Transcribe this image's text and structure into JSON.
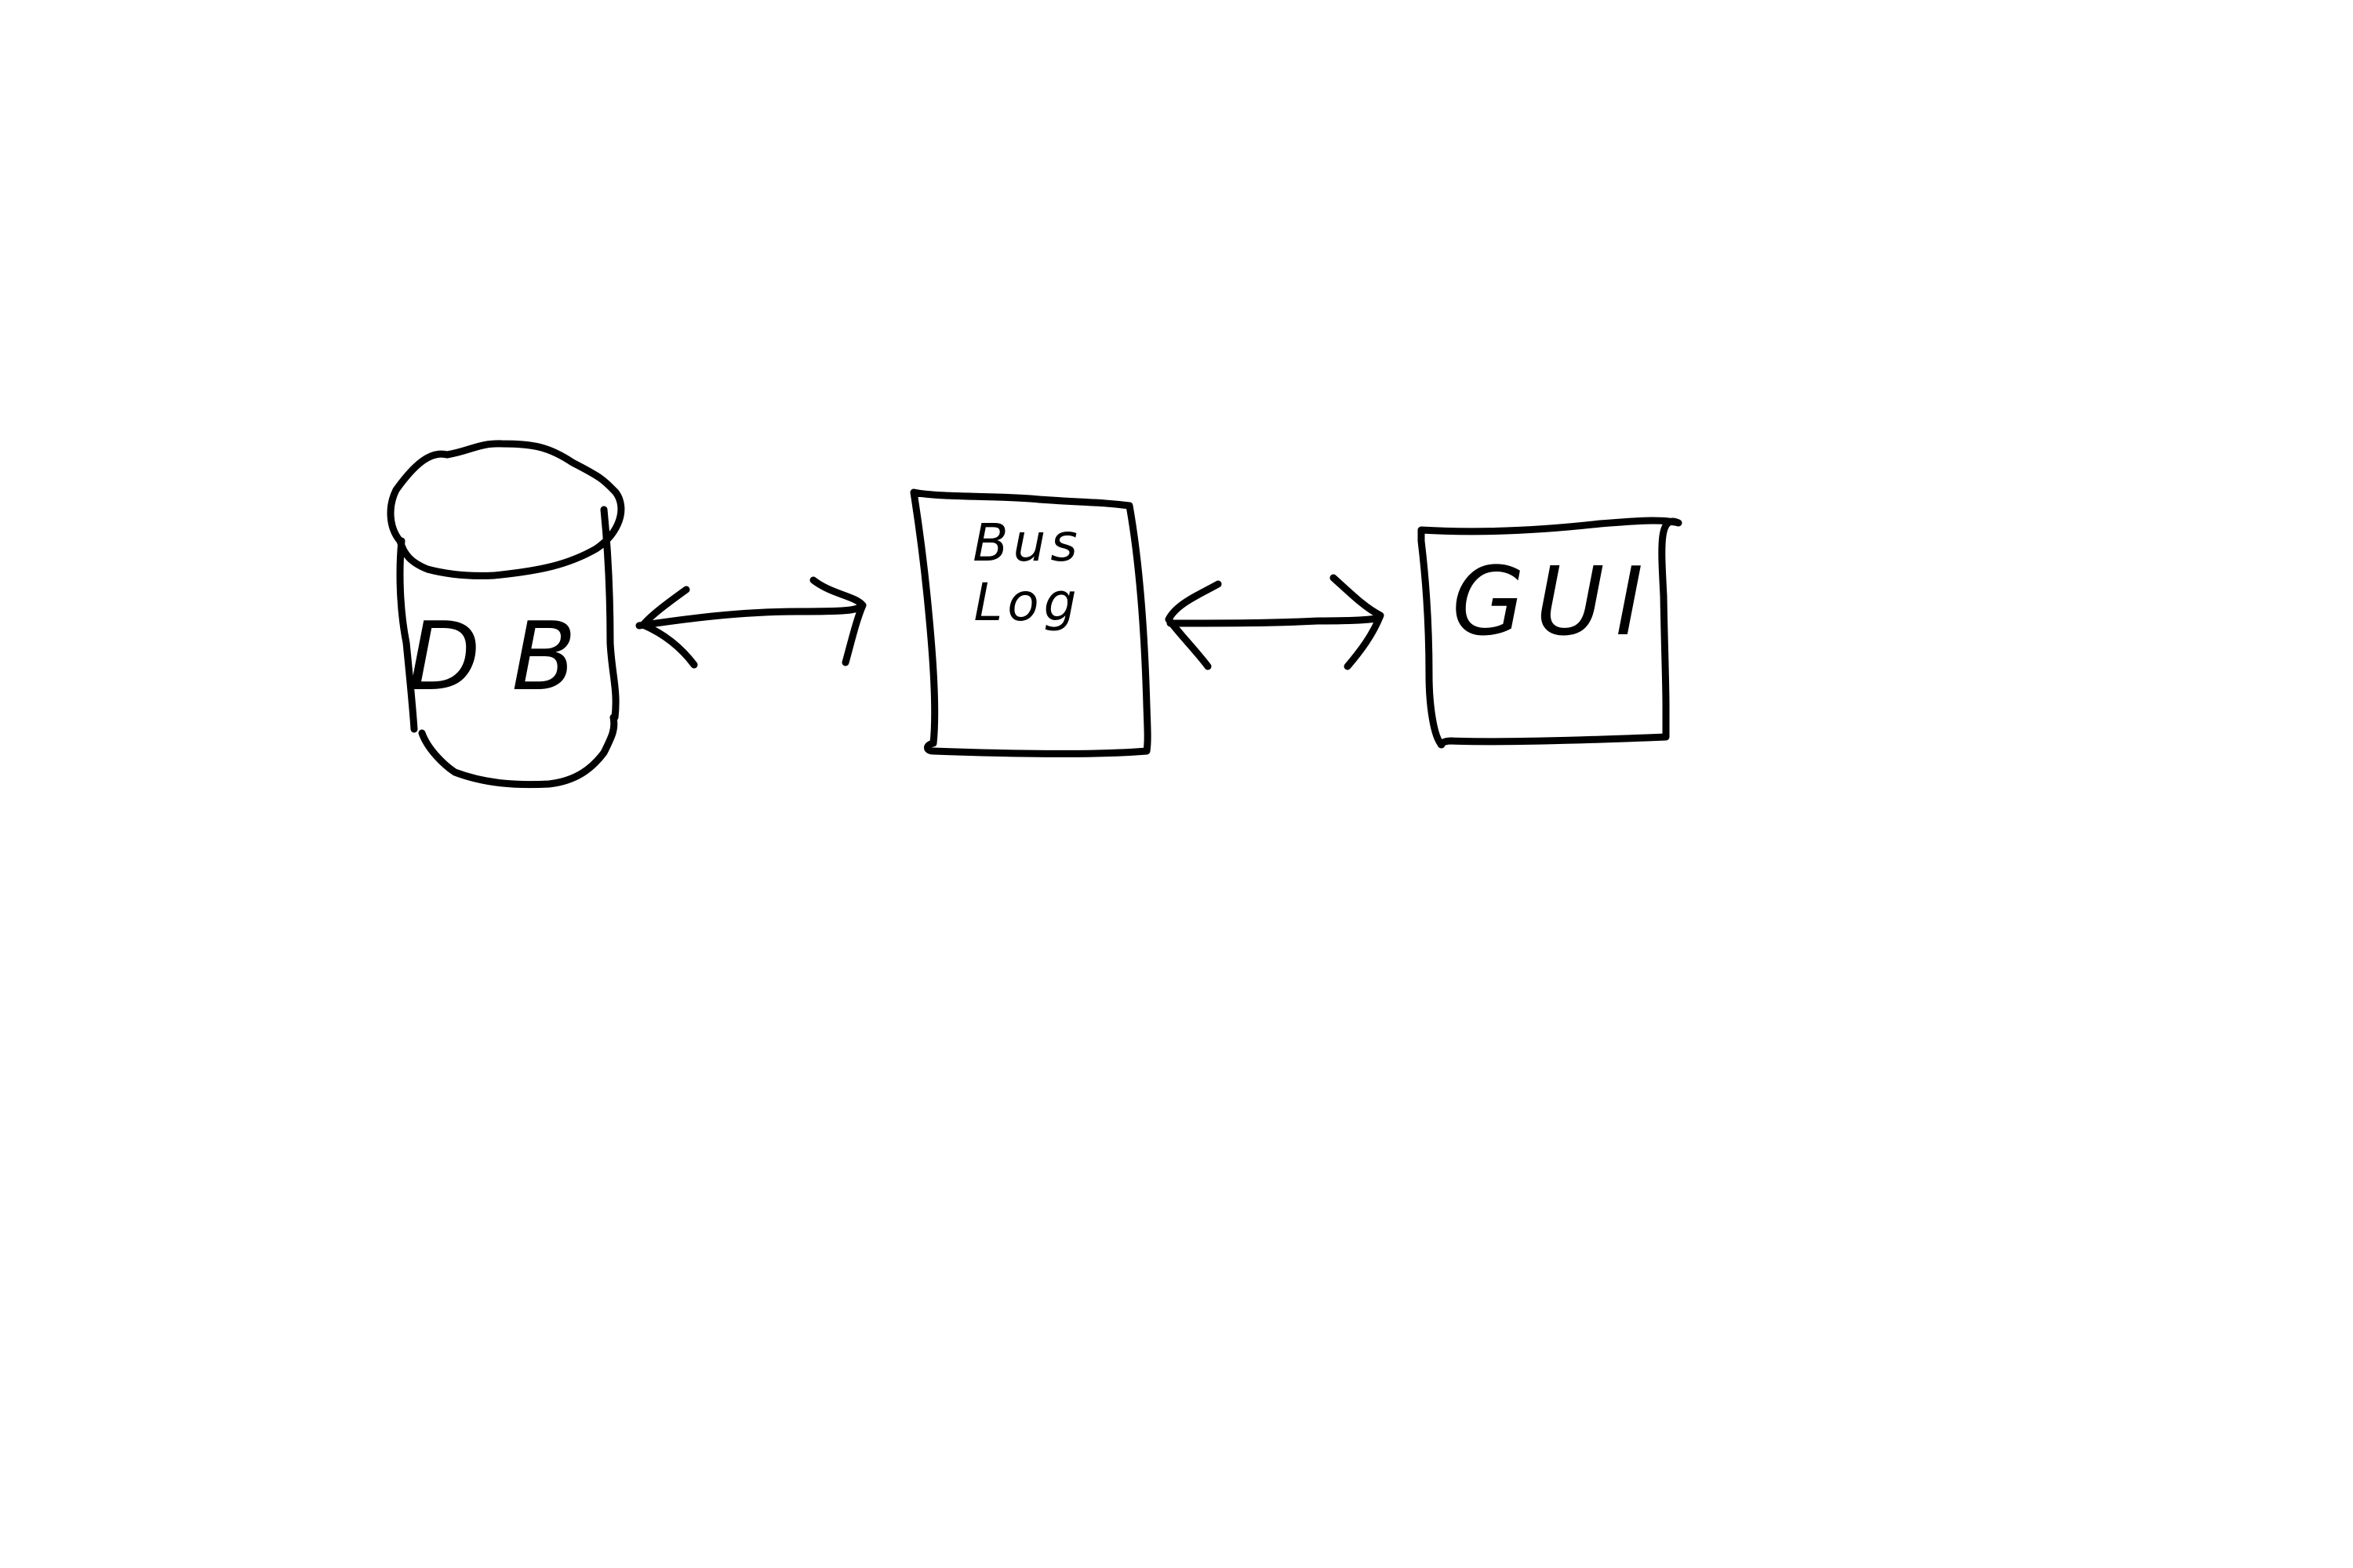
{
  "diagram": {
    "nodes": [
      {
        "id": "db",
        "shape": "cylinder",
        "label": "DB"
      },
      {
        "id": "bus",
        "shape": "box",
        "label": "Bus\nLog"
      },
      {
        "id": "gui",
        "shape": "box",
        "label": "GUI"
      }
    ],
    "edges": [
      {
        "from": "db",
        "to": "bus",
        "direction": "both"
      },
      {
        "from": "bus",
        "to": "gui",
        "direction": "both"
      }
    ],
    "colors": {
      "ink": "#000000",
      "background": "#ffffff"
    }
  }
}
